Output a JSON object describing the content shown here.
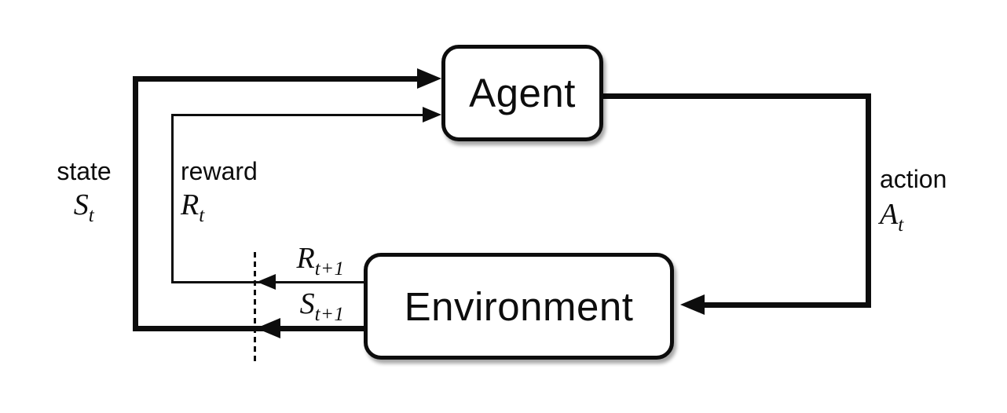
{
  "diagram": {
    "type": "flow-loop",
    "description": "Reinforcement learning agent-environment interaction loop",
    "colors": {
      "background": "#ffffff",
      "line": "#0d0d0d",
      "node_fill": "#ffffff",
      "node_border": "#0d0d0d"
    },
    "nodes": {
      "agent": {
        "label": "Agent"
      },
      "environment": {
        "label": "Environment"
      }
    },
    "signals": {
      "state": {
        "word": "state",
        "symbol": "S",
        "subscript": "t"
      },
      "reward": {
        "word": "reward",
        "symbol": "R",
        "subscript": "t"
      },
      "action": {
        "word": "action",
        "symbol": "A",
        "subscript": "t"
      },
      "next_reward": {
        "symbol": "R",
        "subscript": "t+1"
      },
      "next_state": {
        "symbol": "S",
        "subscript": "t+1"
      }
    },
    "edges": [
      {
        "from": "agent",
        "to": "environment",
        "label": "action A_t",
        "side": "right"
      },
      {
        "from": "environment",
        "to": "agent",
        "label": "state S_t / S_t+1",
        "side": "left",
        "weight": "thick"
      },
      {
        "from": "environment",
        "to": "agent",
        "label": "reward R_t / R_t+1",
        "side": "left",
        "weight": "thin"
      }
    ],
    "annotations": {
      "time_boundary": "dashed vertical line marking the time-step transition between t+1 signals and t signals"
    }
  }
}
